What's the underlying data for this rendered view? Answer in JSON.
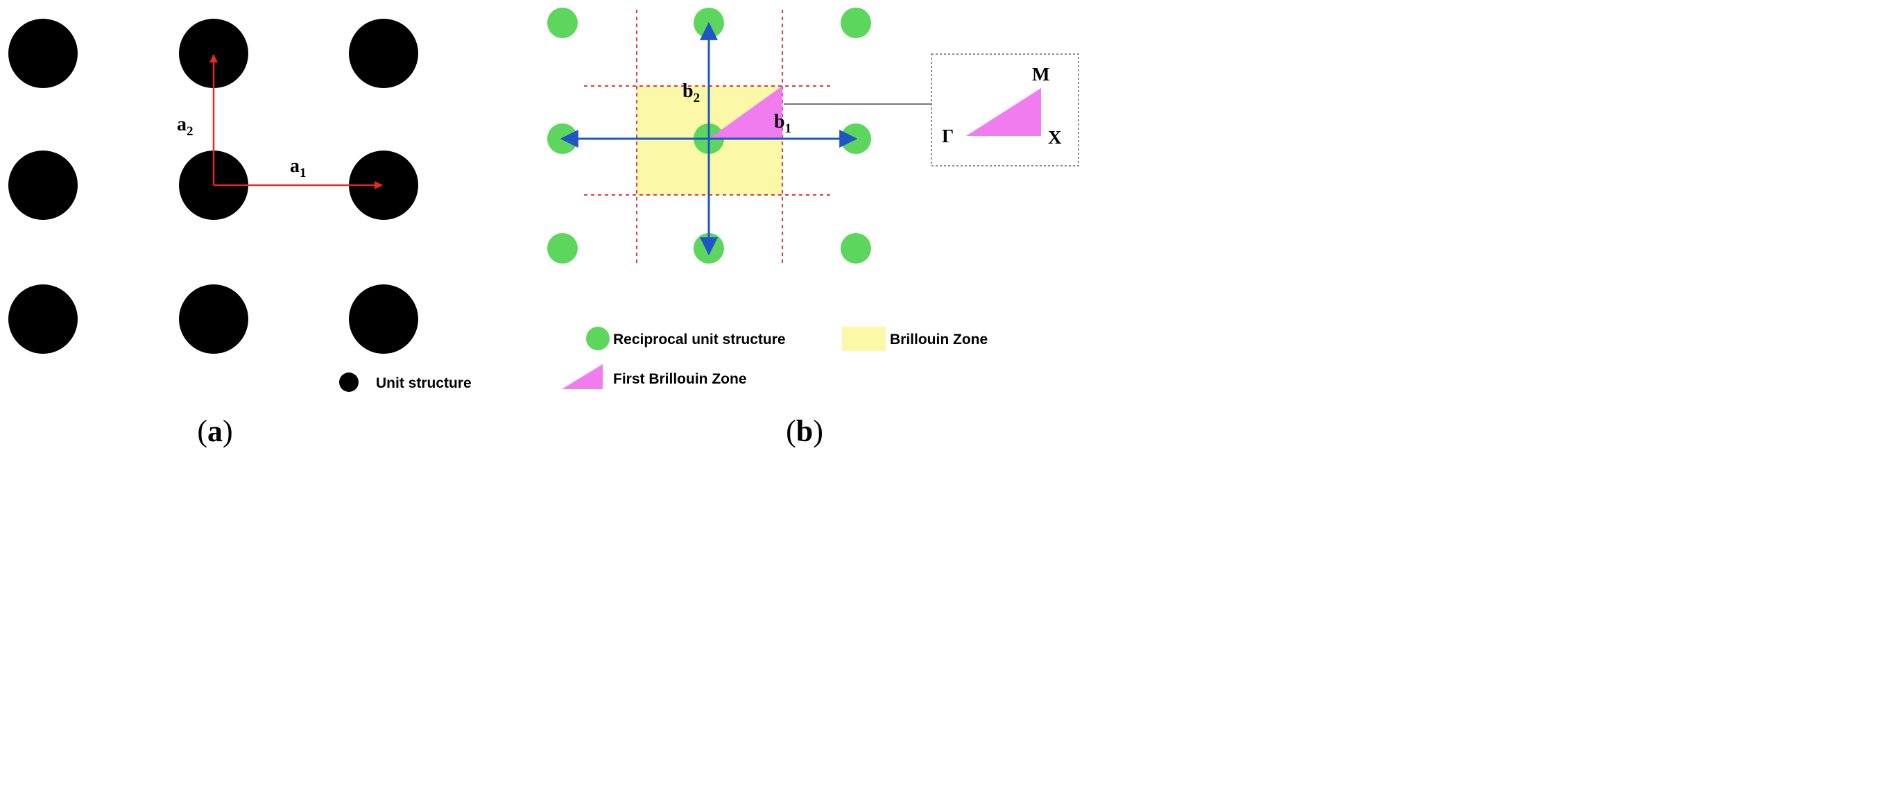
{
  "panel_a": {
    "caption_open": "(",
    "caption_letter": "a",
    "caption_close": ")",
    "vector_a1": {
      "base": "a",
      "sub": "1"
    },
    "vector_a2": {
      "base": "a",
      "sub": "2"
    },
    "legend_unit_structure": "Unit structure"
  },
  "panel_b": {
    "caption_open": "(",
    "caption_letter": "b",
    "caption_close": ")",
    "vector_b1": {
      "base": "b",
      "sub": "1"
    },
    "vector_b2": {
      "base": "b",
      "sub": "2"
    },
    "inset": {
      "gamma": "Γ",
      "m": "M",
      "x": "X"
    },
    "legend_reciprocal": "Reciprocal unit structure",
    "legend_brillouin": "Brillouin Zone",
    "legend_first_brillouin": "First Brillouin Zone"
  },
  "colors": {
    "unit_structure": "#000000",
    "reciprocal_structure": "#5cd65c",
    "lattice_vector_a": "#e8281e",
    "lattice_vector_b": "#1f55c8",
    "brillouin_zone": "#fbf8a8",
    "first_brillouin_zone": "#f07cf0",
    "zone_boundary": "#e23a3a",
    "inset_border": "#666666"
  }
}
